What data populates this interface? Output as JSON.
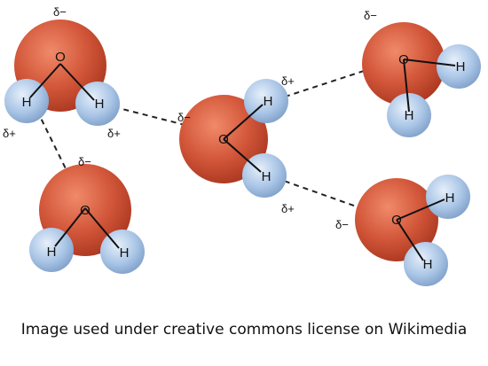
{
  "figure": {
    "caption": "Image used under creative commons license on Wikimedia",
    "colors": {
      "oxygen": "#d3573a",
      "hydrogen": "#a9c5e6",
      "bond": "#111111",
      "hbond": "#222222"
    },
    "oxygen_label": "O",
    "hydrogen_label": "H",
    "delta_minus": "δ−",
    "delta_plus": "δ+"
  }
}
